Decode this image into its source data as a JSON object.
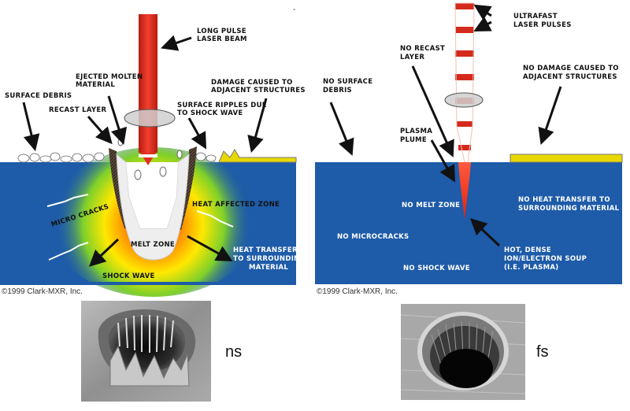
{
  "left_panel": {
    "labels": {
      "beam": [
        "LONG PULSE",
        "LASER BEAM"
      ],
      "ejected": [
        "EJECTED MOLTEN",
        "MATERIAL"
      ],
      "surface_debris": "SURFACE DEBRIS",
      "recast": "RECAST LAYER",
      "damage": [
        "DAMAGE CAUSED TO",
        "ADJACENT STRUCTURES"
      ],
      "ripples": [
        "SURFACE RIPPLES DUE",
        "TO SHOCK WAVE"
      ],
      "haz": "HEAT AFFECTED ZONE",
      "micro": "MICRO CRACKS",
      "melt": "MELT ZONE",
      "shock": "SHOCK WAVE",
      "heat_transfer": [
        "HEAT TRANSFER",
        "TO SURROUNDING",
        "MATERIAL"
      ]
    },
    "copyright": "©1999 Clark-MXR, Inc."
  },
  "right_panel": {
    "labels": {
      "pulses": [
        "ULTRAFAST",
        "LASER PULSES"
      ],
      "no_recast": [
        "NO RECAST",
        "LAYER"
      ],
      "no_damage": [
        "NO DAMAGE CAUSED TO",
        "ADJACENT STRUCTURES"
      ],
      "no_debris": [
        "NO SURFACE",
        "DEBRIS"
      ],
      "plume": [
        "PLASMA",
        "PLUME"
      ],
      "no_melt": "NO MELT ZONE",
      "no_heat": [
        "NO HEAT TRANSFER TO",
        "SURROUNDING MATERIAL"
      ],
      "no_micro": "NO MICROCRACKS",
      "soup": [
        "HOT, DENSE",
        "ION/ELECTRON SOUP",
        "(I.E. PLASMA)"
      ],
      "no_shock": "NO SHOCK WAVE"
    },
    "copyright": "©1999 Clark-MXR, Inc."
  },
  "photos": {
    "ns_label": "ns",
    "fs_label": "fs"
  },
  "colors": {
    "substrate_blue": "#1e5ba8",
    "beam_red": "#d42a1c",
    "surface_yellow": "#e8d800"
  }
}
